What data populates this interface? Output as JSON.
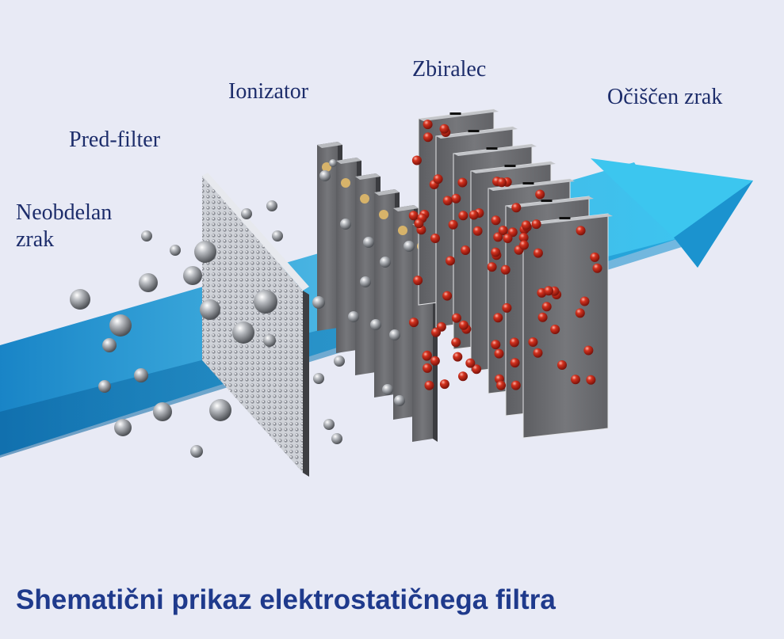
{
  "labels": {
    "raw_air_line1": "Neobdelan",
    "raw_air_line2": "zrak",
    "prefilter": "Pred-filter",
    "ionizer": "Ionizator",
    "collector": "Zbiralec",
    "clean_air": "Očiščen zrak"
  },
  "caption": "Shematični prikaz elektrostatičnega filtra",
  "colors": {
    "background": "#e8eaf5",
    "label_text": "#1d2d6b",
    "caption_text": "#1f3a8c",
    "air_stream": "#1aa3dc",
    "particle_raw": "#8a8d92",
    "particle_charged": "#c62a1e",
    "plate": "#6f7074"
  },
  "stages": [
    {
      "name": "raw-air",
      "particle_state": "uncharged"
    },
    {
      "name": "prefilter",
      "element": "mesh-grid"
    },
    {
      "name": "ionizer",
      "plates": 6
    },
    {
      "name": "collector",
      "plates": 7,
      "particle_state": "charged"
    },
    {
      "name": "clean-air"
    }
  ]
}
